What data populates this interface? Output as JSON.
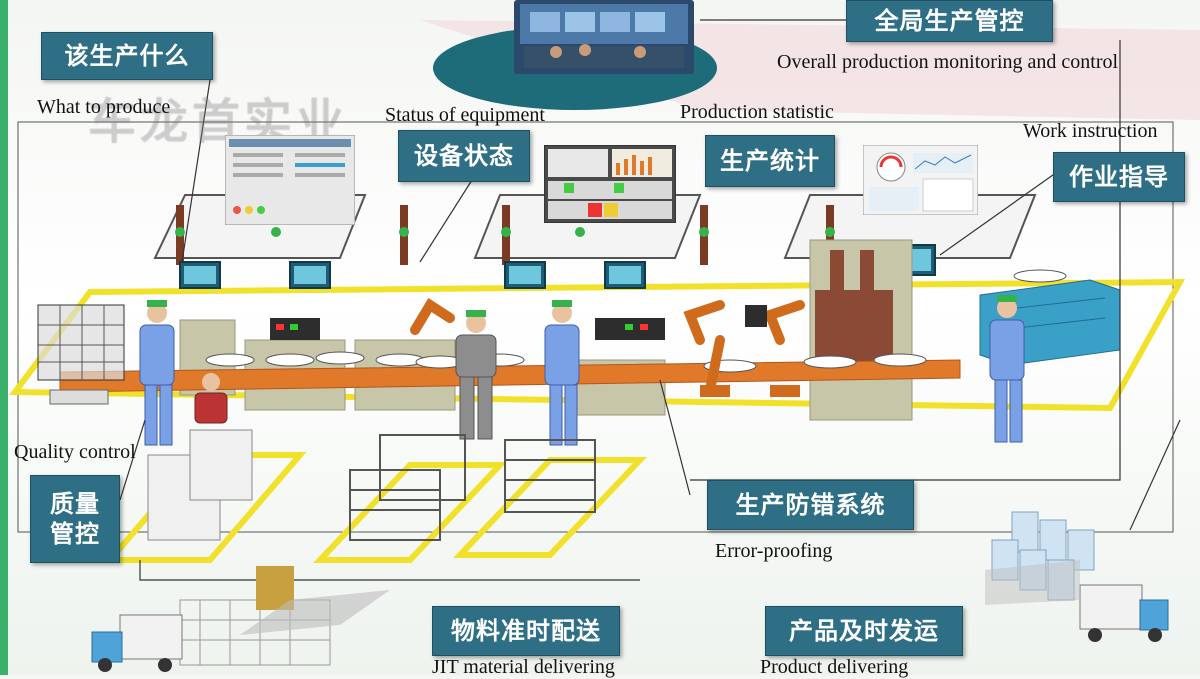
{
  "watermark": "车龙首实业",
  "modules": {
    "what_to_produce": {
      "zh": "该生产什么",
      "en": "What to produce"
    },
    "global_control": {
      "zh": "全局生产管控",
      "en": "Overall  production monitoring  and control"
    },
    "equipment_status": {
      "zh": "设备状态",
      "en": "Status of equipment"
    },
    "production_statistic": {
      "zh": "生产统计",
      "en": "Production statistic"
    },
    "work_instruction": {
      "zh": "作业指导",
      "en": "Work instruction"
    },
    "quality_control": {
      "zh_line1": "质量",
      "zh_line2": "管控",
      "en": "Quality  control"
    },
    "error_proofing": {
      "zh": "生产防错系统",
      "en": "Error-proofing"
    },
    "jit_material": {
      "zh": "物料准时配送",
      "en": "JIT material  delivering"
    },
    "product_delivery": {
      "zh": "产品及时发运",
      "en": "Product delivering"
    }
  },
  "colors": {
    "tag_bg": "#2f6f86",
    "floor_outline": "#f2e12a",
    "conveyor": "#e07a2a",
    "worker": "#6f8fd6",
    "accent_green": "#3bb06a"
  }
}
